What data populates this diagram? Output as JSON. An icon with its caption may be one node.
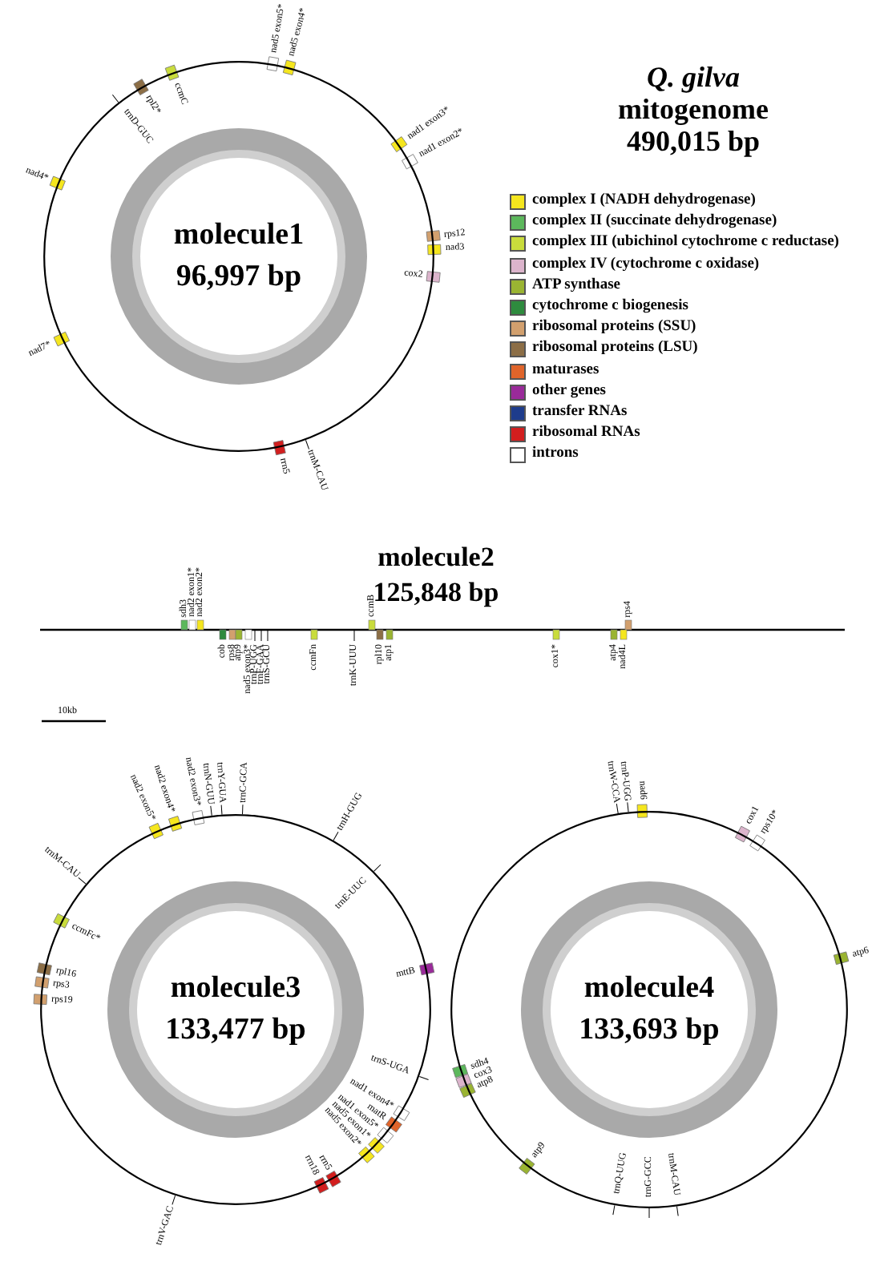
{
  "diagram": {
    "title": "*Q. gilva* mitogenome 490,015 bp",
    "nodes": [
      {
        "text": [
          "molecule1",
          "96,997 bp"
        ]
      },
      {
        "text": [
          "molecule3",
          "133,477 bp"
        ]
      },
      {
        "text": [
          "molecule4",
          "133,693 bp"
        ]
      }
    ],
    "labels": [
      "nad5 exon5*",
      "nad5 exon4*",
      "ccmC",
      "rpl2*",
      "trnD-GUC",
      "nad1 exon3*",
      "nad1 exon2*",
      "rps12",
      "nad3",
      "cox2",
      "nad4*",
      "nad7*",
      "rrn5",
      "trnM-CAU",
      "molecule2",
      "125,848 bp",
      "sdh3",
      "nad2 exon1*",
      "nad2 exon2*",
      "ccmB",
      "rps4",
      "cob",
      "rps8",
      "atp9",
      "nad5 exon3*",
      "trnP-UGG",
      "trnF-GAA",
      "trnS-GCU",
      "ccmFn",
      "trnK-UUU",
      "rpl10",
      "atp1",
      "cox1*",
      "atp4",
      "nad4L",
      "10kb",
      "nad2 exon5*",
      "nad2 exon4*",
      "nad2 exon3*",
      "trnN-GUU",
      "trnY-GUA",
      "trnC-GCA",
      "trnH-GUG",
      "trnE-UUC",
      "trnM-CAU",
      "ccmFc*",
      "rpl16",
      "rps3",
      "rps19",
      "mttB",
      "trnS-UGA",
      "nad1 exon4*",
      "matR",
      "nad1 exon5*",
      "nad5 exon1*",
      "nad5 exon2*",
      "rrn18",
      "rrn5",
      "trnV-GAC",
      "trnW-CCA",
      "trnP-UGG",
      "nad6",
      "cox1",
      "rps10*",
      "atp6",
      "sdh4",
      "cox3",
      "atp8",
      "atp9",
      "trnQ-UUG",
      "trnG-GCC",
      "trnM-CAU"
    ],
    "legend": [
      {
        "text": "complex I (NADH dehydrogenase)",
        "color": "#f5e61e"
      },
      {
        "text": "complex II (succinate dehydrogenase)",
        "color": "#5cb85c"
      },
      {
        "text": "complex III (ubichinol cytochrome c reductase)",
        "color": "#c9dc3c"
      },
      {
        "text": "complex IV (cytochrome c oxidase)",
        "color": "#dcb4cc"
      },
      {
        "text": "ATP synthase",
        "color": "#9ab432"
      },
      {
        "text": "cytochrome c biogenesis",
        "color": "#2e8b3e"
      },
      {
        "text": "ribosomal proteins (SSU)",
        "color": "#d2a06e"
      },
      {
        "text": "ribosomal proteins (LSU)",
        "color": "#8c6e46"
      },
      {
        "text": "maturases",
        "color": "#e0642a"
      },
      {
        "text": "other genes",
        "color": "#9a2a9a"
      },
      {
        "text": "transfer RNAs",
        "color": "#1e3c8c"
      },
      {
        "text": "ribosomal RNAs",
        "color": "#d21e1e"
      },
      {
        "text": "introns",
        "color": "#ffffff"
      }
    ]
  }
}
